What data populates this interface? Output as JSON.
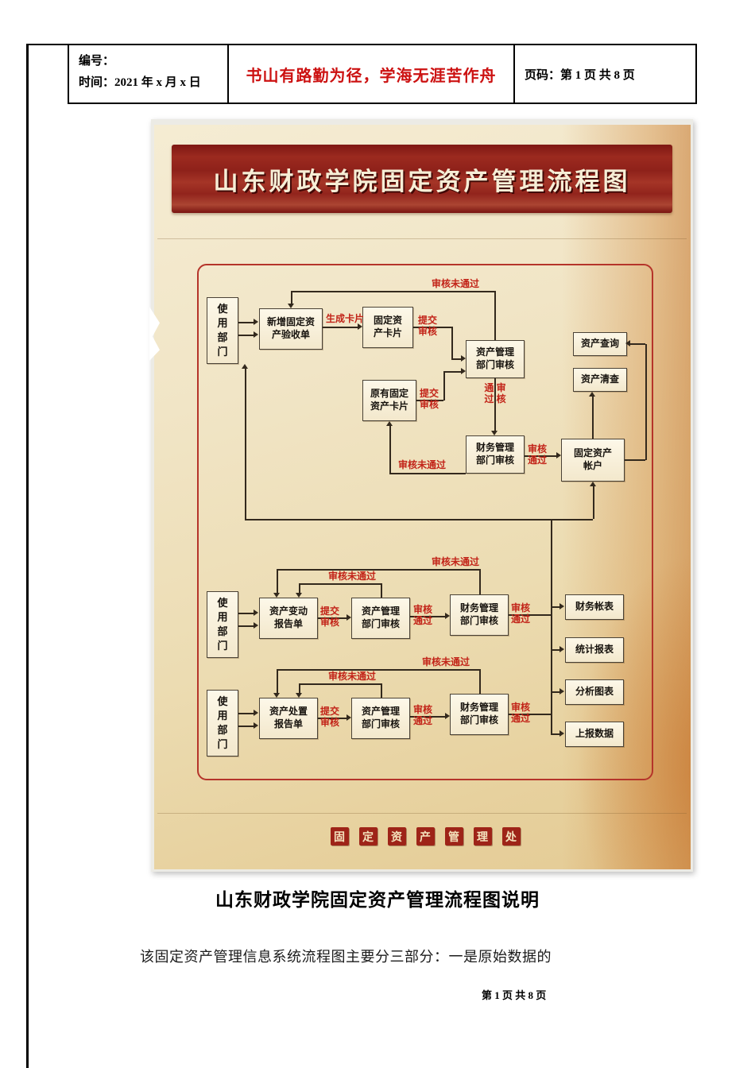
{
  "header": {
    "number_label": "编号：",
    "time_label": "时间：2021 年 x 月 x 日",
    "motto": "书山有路勤为径，学海无涯苦作舟",
    "page_info": "页码：第 1 页  共 8 页"
  },
  "scan": {
    "banner_title": "山东财政学院固定资产管理流程图",
    "nodes": {
      "dept": "使\n用\n部\n门",
      "new_asset_form": "新增固定资\n产验收单",
      "asset_card": "固定资\n产卡片",
      "old_asset_card": "原有固定\n资产卡片",
      "asset_mgmt_review": "资产管理\n部门审核",
      "finance_review": "财务管理\n部门审核",
      "asset_query": "资产查询",
      "asset_check": "资产清查",
      "fixed_asset_account": "固定资产\n帐户",
      "change_form": "资产变动\n报告单",
      "disposal_form": "资产处置\n报告单",
      "fin_tables": "财务帐表",
      "stat_reports": "统计报表",
      "analysis_charts": "分析图表",
      "report_data": "上报数据"
    },
    "labels": {
      "fail": "审核未通过",
      "gen_card": "生成卡片",
      "submit": "提交\n审核",
      "pass": "审核\n通过",
      "pass_vert": "通 审\n过 核"
    },
    "seal_chars": [
      "固",
      "定",
      "资",
      "产",
      "管",
      "理",
      "处"
    ]
  },
  "body": {
    "title": "山东财政学院固定资产管理流程图说明",
    "paragraph": "该固定资产管理信息系统流程图主要分三部分：一是原始数据的",
    "page_footer": "第 1 页 共 8 页"
  }
}
